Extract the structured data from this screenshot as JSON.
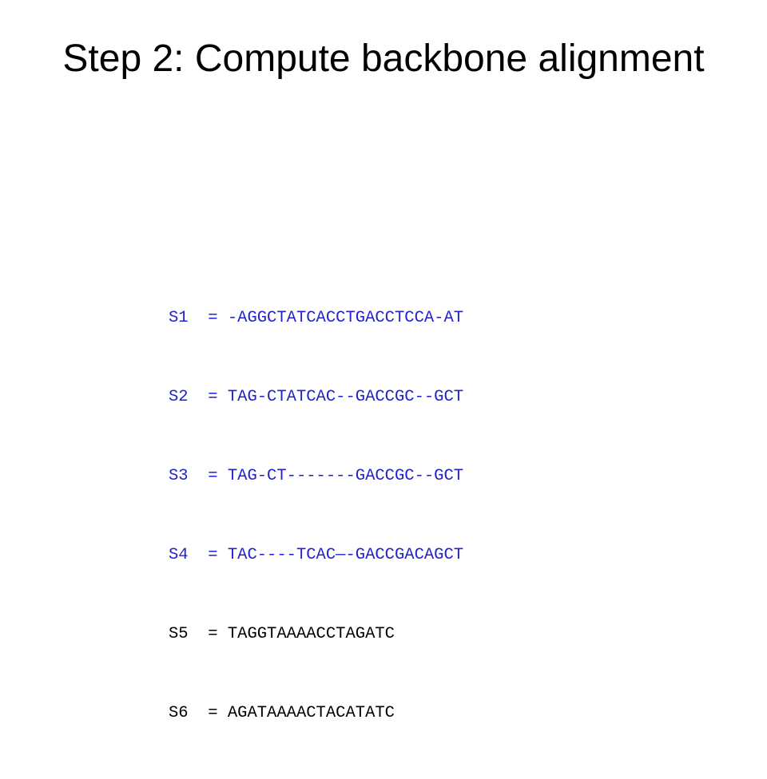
{
  "slide": {
    "title": "Step 2: Compute backbone alignment"
  },
  "colors": {
    "aligned": "#2222cc",
    "unaligned": "#000000"
  },
  "rows": [
    {
      "label": "S1",
      "eq": "=",
      "seq": "-AGGCTATCACCTGACCTCCA-AT",
      "aligned": true
    },
    {
      "label": "S2",
      "eq": "=",
      "seq": "TAG-CTATCAC--GACCGC--GCT",
      "aligned": true
    },
    {
      "label": "S3",
      "eq": "=",
      "seq": "TAG-CT-------GACCGC--GCT",
      "aligned": true
    },
    {
      "label": "S4",
      "eq": "=",
      "seq": "TAC----TCAC—-GACCGACAGCT",
      "aligned": true
    },
    {
      "label": "S5",
      "eq": "=",
      "seq": "TAGGTAAAACCTAGATC",
      "aligned": false
    },
    {
      "label": "S6",
      "eq": "=",
      "seq": "AGATAAAACTACATATC",
      "aligned": false
    }
  ]
}
